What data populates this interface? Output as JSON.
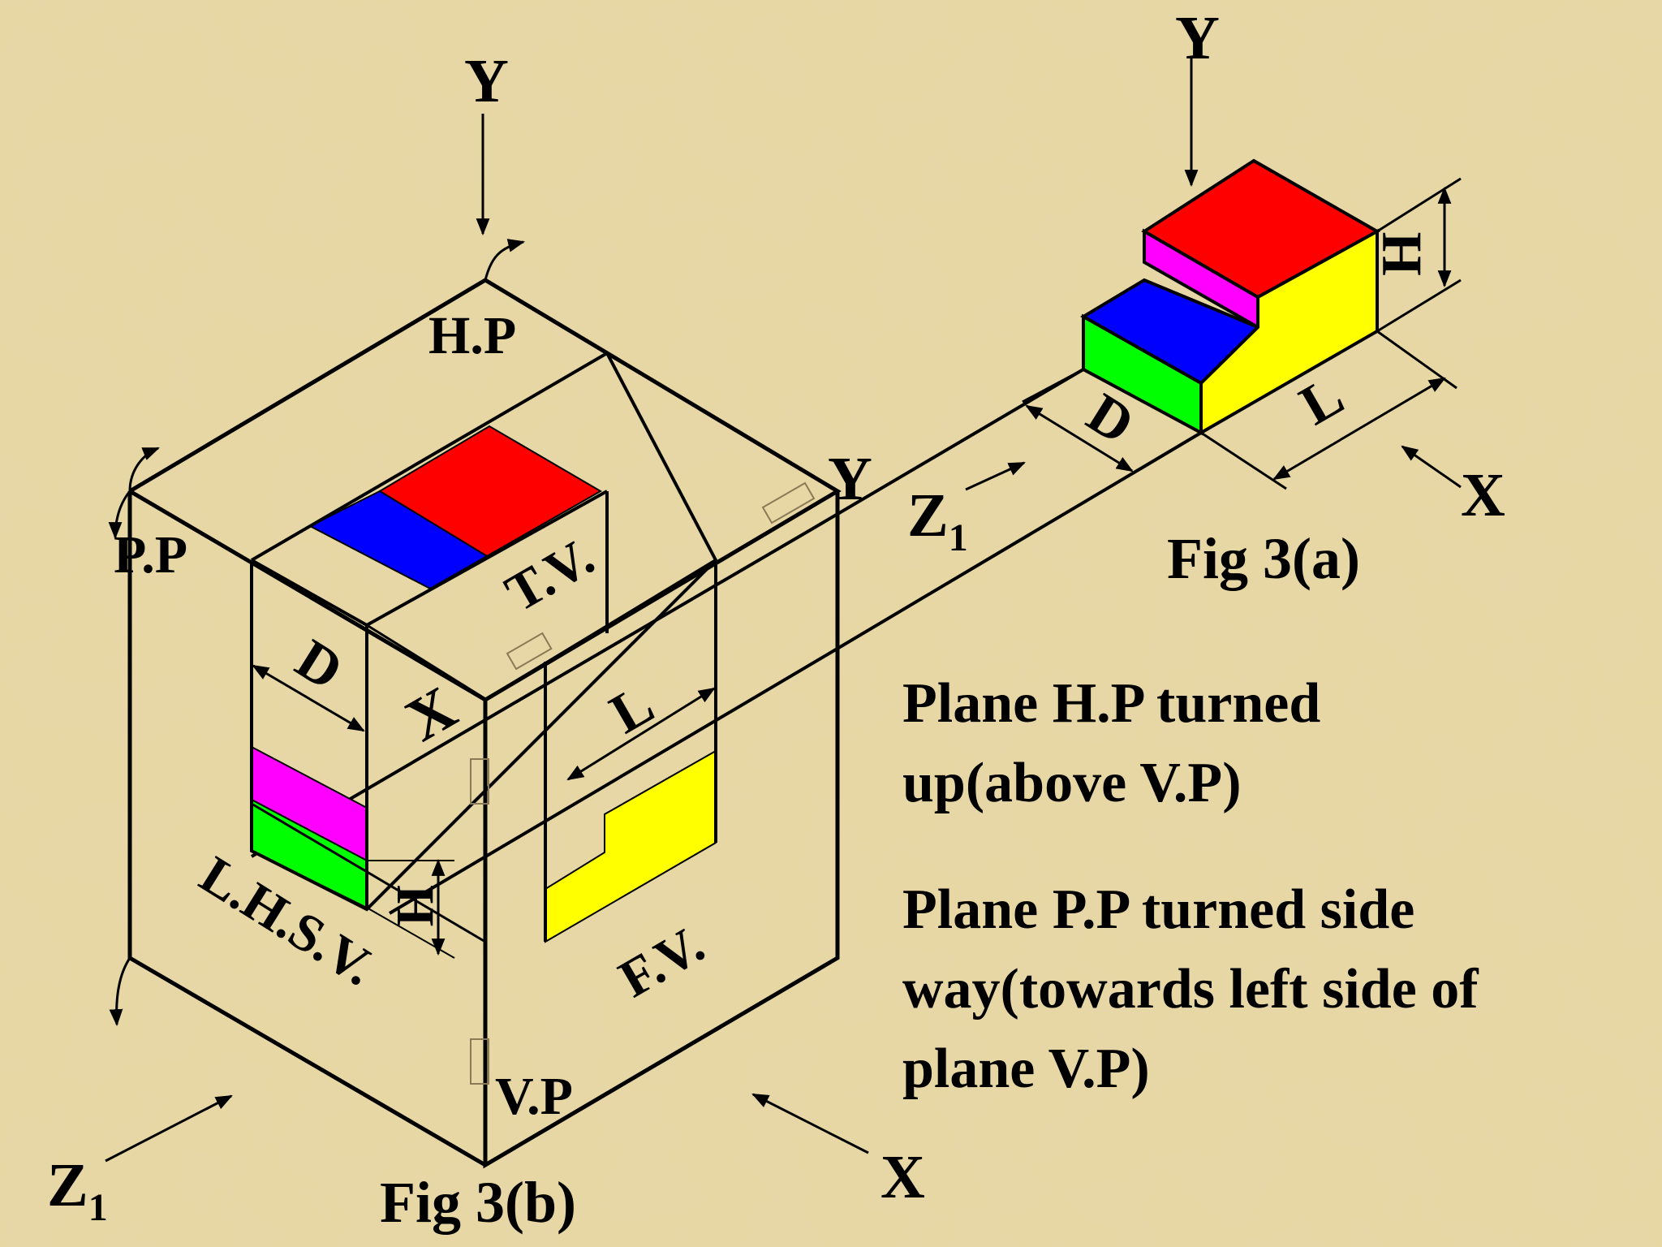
{
  "colors": {
    "background": "#e7d7a3",
    "top_face": "#ff0000",
    "step_top": "#0000ff",
    "upper_riser": "#ff00ff",
    "lower_riser": "#00ff00",
    "front_face": "#ffff00",
    "line": "#000000"
  },
  "fig_a": {
    "caption": "Fig 3(a)",
    "y_axis": "Y",
    "x_axis": "X",
    "z_axis": "Z",
    "z_subscript": "1",
    "dim_h": "H",
    "dim_l": "L",
    "dim_d": "D"
  },
  "fig_b": {
    "caption": "Fig 3(b)",
    "y_axis_top": "Y",
    "y_axis_right": "Y",
    "x_axis": "X",
    "x_center": "X",
    "z_axis": "Z",
    "z_subscript": "1",
    "hp": "H.P",
    "pp": "P.P",
    "vp": "V.P",
    "tv": "T.V.",
    "fv": "F.V.",
    "lhsv": "L.H.S.V.",
    "dim_d": "D",
    "dim_l": "L",
    "dim_h": "H"
  },
  "notes": [
    {
      "lines": [
        "Plane H.P turned",
        "up(above V.P)"
      ]
    },
    {
      "lines": [
        "Plane P.P turned side",
        "way(towards left side of",
        "plane V.P)"
      ]
    }
  ]
}
